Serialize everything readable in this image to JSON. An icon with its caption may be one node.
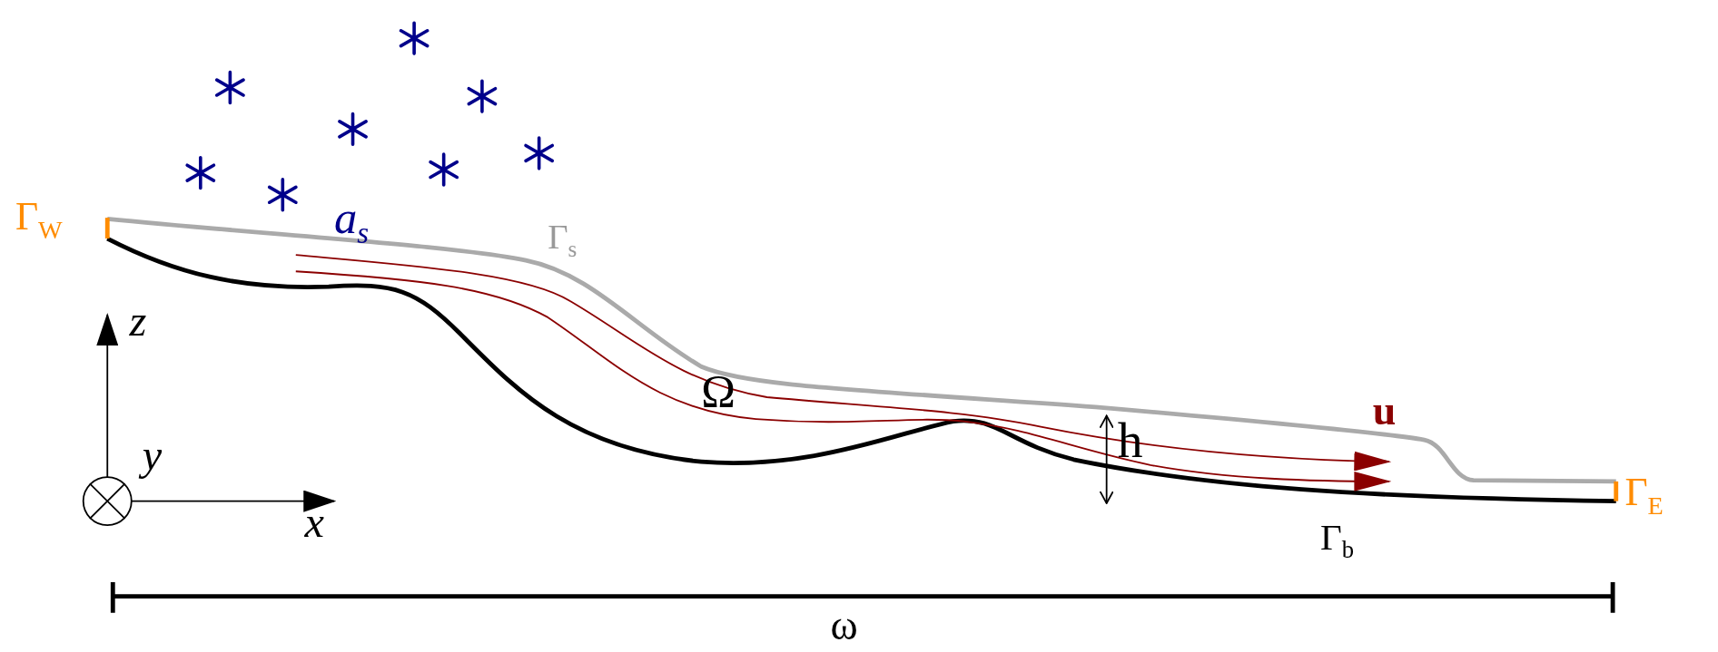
{
  "diagram": {
    "labels": [
      "Γ$_{W}$",
      "a$_{s}$",
      "Γ$_{s}$",
      "z",
      "y",
      "Ω",
      "u",
      "h",
      "Γ$_{E}$",
      "x",
      "Γ$_{b}$",
      "ω"
    ]
  }
}
